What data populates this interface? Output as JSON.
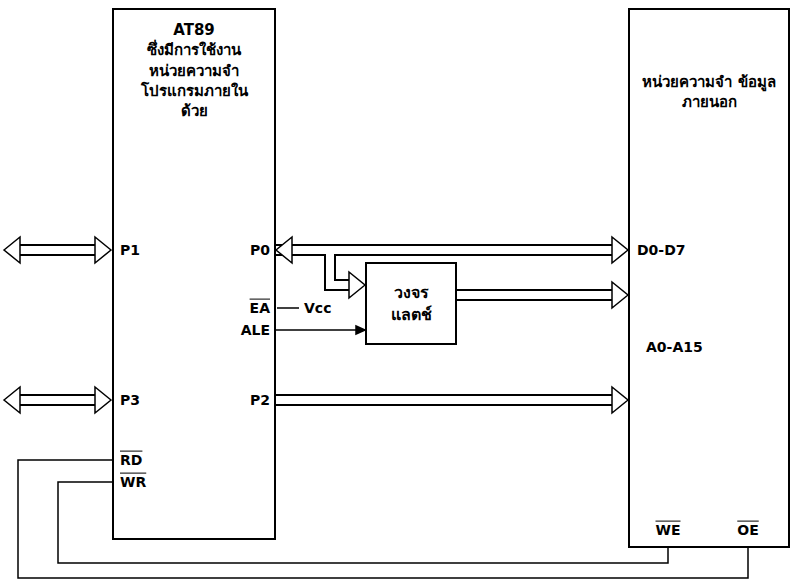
{
  "diagram": {
    "nodes": [
      {
        "text": [
          "AT89",
          "ซึ่งมีการใช้งาน หน่วยความจำ โปรแกรมภายใน ด้วย"
        ]
      },
      {
        "text": [
          "วงจร แลตช์"
        ]
      },
      {
        "text": [
          "หน่วยความจำ ข้อมูลภายนอก"
        ]
      }
    ],
    "edges": [
      {
        "from": 0,
        "to": 2,
        "arrow": "both"
      },
      {
        "from": 0,
        "to": 1,
        "arrow": "to"
      },
      {
        "from": 0,
        "to": 1,
        "arrow": "to"
      },
      {
        "from": 1,
        "to": 2,
        "arrow": "to"
      },
      {
        "from": 0,
        "to": 2,
        "arrow": "to"
      },
      {
        "from": 0,
        "to": 2,
        "arrow": "none"
      },
      {
        "from": 0,
        "to": 2,
        "arrow": "none"
      }
    ],
    "labels": [
      "P1",
      "P0",
      "EA",
      "Vcc",
      "ALE",
      "P3",
      "P2",
      "RD",
      "WR",
      "D0-D7",
      "A0-A15",
      "WE",
      "OE"
    ]
  }
}
